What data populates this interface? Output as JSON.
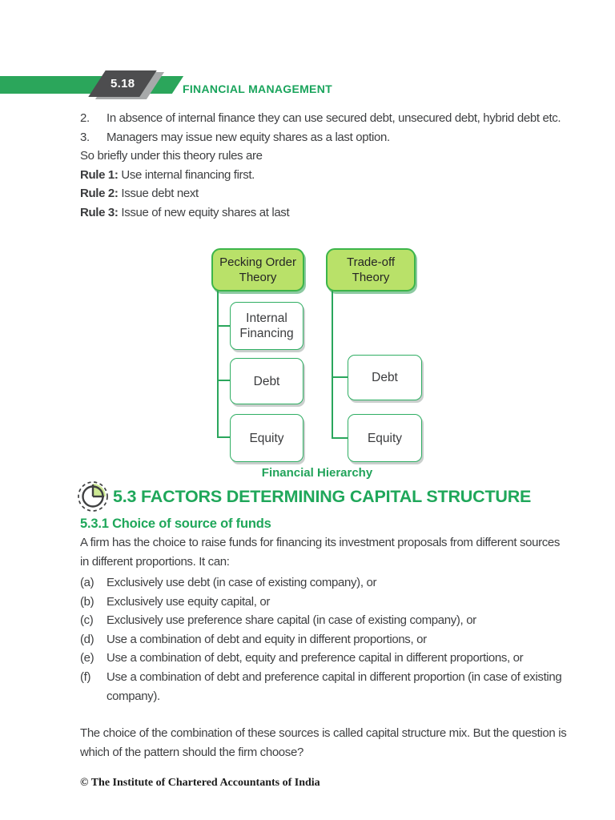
{
  "header": {
    "page_number": "5.18",
    "title": "FINANCIAL MANAGEMENT"
  },
  "content": {
    "numbered_items": [
      {
        "marker": "2.",
        "text": "In absence of internal finance they can use secured debt, unsecured debt, hybrid debt etc."
      },
      {
        "marker": "3.",
        "text": "Managers may issue new equity shares as a last option."
      }
    ],
    "intro_line": "So briefly under this theory rules are",
    "rules": [
      {
        "label": "Rule 1:",
        "text": "Use internal financing first."
      },
      {
        "label": "Rule 2:",
        "text": "Issue debt next"
      },
      {
        "label": "Rule 3:",
        "text": "Issue of new equity shares at last"
      }
    ]
  },
  "diagram": {
    "caption": "Financial Hierarchy",
    "left_root": "Pecking Order Theory",
    "left_children": [
      "Internal Financing",
      "Debt",
      "Equity"
    ],
    "right_root": "Trade-off Theory",
    "right_children": [
      "Debt",
      "Equity"
    ]
  },
  "section": {
    "icon": "clock-pie-icon",
    "heading": "5.3 FACTORS DETERMINING CAPITAL STRUCTURE",
    "subheading": "5.3.1 Choice of source of funds",
    "intro": "A firm has the choice to raise funds for financing its investment proposals from different sources in different proportions. It can:",
    "options": [
      {
        "marker": "(a)",
        "text": "Exclusively use debt (in case of existing company), or"
      },
      {
        "marker": "(b)",
        "text": "Exclusively use equity capital, or"
      },
      {
        "marker": "(c)",
        "text": "Exclusively use preference share capital (in case of existing company), or"
      },
      {
        "marker": "(d)",
        "text": "Use a combination of debt and equity in different proportions, or"
      },
      {
        "marker": "(e)",
        "text": "Use a combination of debt, equity and preference capital in different proportions, or"
      },
      {
        "marker": "(f)",
        "text": "Use a combination of debt and preference capital in different proportion (in case of existing company)."
      }
    ],
    "closing": "The choice of the combination of these sources is called capital structure mix. But the question is which of the pattern should the firm choose?"
  },
  "footer": {
    "copyright": "© The Institute of Chartered Accountants of India"
  },
  "colors": {
    "accent_green": "#1fa75a",
    "bar_green": "#2ba65b",
    "root_box_fill": "#b9e169",
    "box_border_green": "#2fae63",
    "badge_gray": "#4d4d4f",
    "body_text": "#3e3f41"
  }
}
